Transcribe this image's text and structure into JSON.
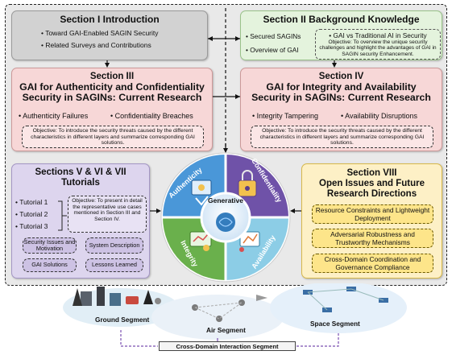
{
  "section1": {
    "title": "Section I Introduction",
    "bullets": [
      "Toward GAI-Enabled SAGIN Security",
      "Related Surveys and Contributions"
    ]
  },
  "section2": {
    "title": "Section II Background Knowledge",
    "bullets": [
      "Secured SAGINs",
      "Overview of GAI",
      "GAI vs Traditional AI in Security"
    ],
    "objective": "Objective: To overview the unique security challenges and highlight the advantages of GAI in SAGIN security Enhancement."
  },
  "section3": {
    "title_line1": "Section III",
    "title_line2": "GAI for Authenticity and Confidentiality",
    "title_line3": "Security in SAGINs: Current Research",
    "bullets": [
      "Authenticity Failures",
      "Confidentiality Breaches"
    ],
    "objective": "Objective: To introduce the security threats caused by the different characteristics in different layers and summarize corresponding GAI solutions."
  },
  "section4": {
    "title_line1": "Section IV",
    "title_line2": "GAI for Integrity and Availability",
    "title_line3": "Security in SAGINs: Current Research",
    "bullets": [
      "Integrity Tampering",
      "Availability Disruptions"
    ],
    "objective": "Objective: To introduce the security threats caused by the different characteristics in different layers and summarize corresponding GAI solutions."
  },
  "section5": {
    "title_line1": "Sections V & VI & VII",
    "title_line2": "Tutorials",
    "tutorials": [
      "Tutorial 1",
      "Tutorial 2",
      "Tutorial 3"
    ],
    "objective": "Objective: To present in detail the representative use cases mentioned in Section III and Section IV.",
    "pills": [
      "Security Issues and Motivation",
      "System Description",
      "GAI Solutions",
      "Lessons Learned"
    ]
  },
  "section8": {
    "title_line1": "Section VIII",
    "title_line2": "Open Issues and Future",
    "title_line3": "Research Directions",
    "items": [
      "Resource Constraints and Lightweight Deployment",
      "Adversarial Robustness and Trustworthy Mechanisms",
      "Cross-Domain Coordination and Governance Compliance"
    ]
  },
  "center": {
    "label": "Generative",
    "quadrants": [
      "Authenticity",
      "Confidentiality",
      "Integrity",
      "Availability"
    ]
  },
  "segments": {
    "ground": "Ground Segment",
    "air": "Air Segment",
    "space": "Space Segment",
    "cross": "Cross-Domain Interaction Segment"
  },
  "colors": {
    "section1": "#d2d2d2",
    "section2": "#e4f3dd",
    "section34": "#f7d7d7",
    "section5": "#ddd5ee",
    "section8": "#fdf0c6",
    "authenticity": "#4a97d8",
    "confidentiality": "#6f52a8",
    "integrity": "#6ab04c",
    "availability": "#8ccde6",
    "frame": "#e9e9e9"
  }
}
